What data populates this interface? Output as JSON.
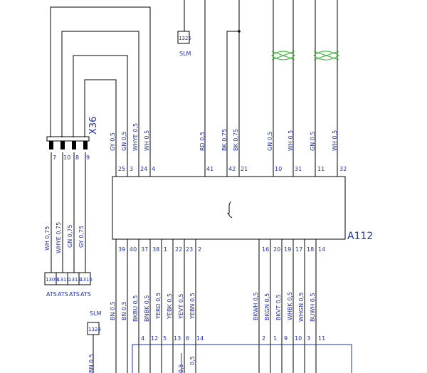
{
  "module": {
    "name": "A112",
    "top_pins": [
      "25",
      "3",
      "24",
      "4",
      "41",
      "42",
      "21",
      "10",
      "31",
      "11",
      "32"
    ],
    "top_wires": [
      "GY 0,5",
      "GN 0,5",
      "WHYE 0,5",
      "WH 0,5",
      "RD 0,5",
      "BK 0,75",
      "BK 0,75",
      "GN 0,5",
      "WH 0,5",
      "GN 0,5",
      "WH 0,5"
    ],
    "bottom_pins": [
      "39",
      "40",
      "37",
      "38",
      "1",
      "22",
      "23",
      "2",
      "16",
      "20",
      "19",
      "17",
      "18",
      "14"
    ],
    "bottom_wires": [
      "BN 0,5",
      "BN 0,5",
      "BKBU 0,5",
      "BNBK 0,5",
      "YERD 0,5",
      "YEBK 0,5",
      "YEVT 0,5",
      "YEBN 0,5",
      "BKWH 0,5",
      "BKGN 0,5",
      "BKVT 0,5",
      "WHBK 0,5",
      "WHGN 0,5",
      "BUWH 0,5"
    ]
  },
  "connector_x36": {
    "name": "X36",
    "pins": [
      "7",
      "10",
      "8",
      "9"
    ],
    "wires": [
      "WH 0,75",
      "WHYE 0,75",
      "GN 0,75",
      "GY 0,75"
    ]
  },
  "splices_ats": [
    {
      "id": "1309",
      "label": "ATS"
    },
    {
      "id": "1311",
      "label": "ATS"
    },
    {
      "id": "1313",
      "label": "ATS"
    },
    {
      "id": "1315",
      "label": "ATS"
    }
  ],
  "splices_slm": [
    {
      "id": "1325",
      "label": "SLM"
    },
    {
      "id": "1324",
      "label": "SLM"
    }
  ],
  "lower_connector_pins": [
    "4",
    "12",
    "5",
    "13",
    "6",
    "14",
    "2",
    "1",
    "9",
    "10",
    "3",
    "11"
  ],
  "left_bottom_wire": "BN 0,5",
  "small_wire_labels": [
    "0,5",
    "0,5"
  ]
}
